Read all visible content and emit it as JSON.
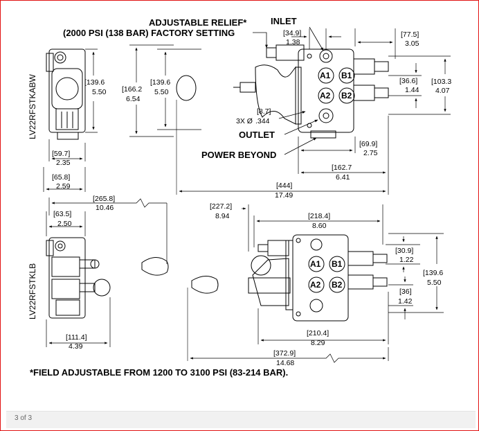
{
  "page_counter": "3 of 3",
  "frame_color": "#e11111",
  "callouts": {
    "adjustable_relief": "ADJUSTABLE RELIEF*",
    "factory_setting": "(2000 PSI (138 BAR) FACTORY SETTING",
    "inlet": "INLET",
    "outlet": "OUTLET",
    "power_beyond": "POWER BEYOND",
    "holes_prefix": "3X Ø",
    "holes_value": ".344",
    "field_note": "*FIELD ADJUSTABLE FROM 1200 TO 3100 PSI (83-214 BAR)."
  },
  "models": {
    "top": "LV22RFSTKABW",
    "bottom": "LV22RFSTKLB"
  },
  "ports": {
    "a1": "A1",
    "b1": "B1",
    "a2": "A2",
    "b2": "B2"
  },
  "dimensions": {
    "d_139_6_side": {
      "mm": "[139.6",
      "in": "5.50"
    },
    "d_166_2": {
      "mm": "[166.2",
      "in": "6.54"
    },
    "d_139_6_mid": {
      "mm": "[139.6",
      "in": "5.50"
    },
    "d_34_9": {
      "mm": "[34.9]",
      "in": "1.38"
    },
    "d_77_5": {
      "mm": "[77.5]",
      "in": "3.05"
    },
    "d_36_6": {
      "mm": "[36.6]",
      "in": "1.44"
    },
    "d_103_3": {
      "mm": "[103.3",
      "in": "4.07"
    },
    "d_8_7": {
      "mm": "[8.7]",
      "in": ""
    },
    "d_69_9": {
      "mm": "[69.9]",
      "in": "2.75"
    },
    "d_162_7": {
      "mm": "[162.7",
      "in": "6.41"
    },
    "d_59_7": {
      "mm": "[59.7]",
      "in": "2.35"
    },
    "d_65_8": {
      "mm": "[65.8]",
      "in": "2.59"
    },
    "d_444": {
      "mm": "[444]",
      "in": "17.49"
    },
    "d_265_8": {
      "mm": "[265.8]",
      "in": "10.46"
    },
    "d_63_5": {
      "mm": "[63.5]",
      "in": "2.50"
    },
    "d_227_2": {
      "mm": "[227.2]",
      "in": "8.94"
    },
    "d_218_4": {
      "mm": "[218.4]",
      "in": "8.60"
    },
    "d_30_9": {
      "mm": "[30.9]",
      "in": "1.22"
    },
    "d_139_6_right": {
      "mm": "[139.6",
      "in": "5.50"
    },
    "d_36": {
      "mm": "[36]",
      "in": "1.42"
    },
    "d_111_4": {
      "mm": "[111.4]",
      "in": "4.39"
    },
    "d_210_4": {
      "mm": "[210.4]",
      "in": "8.29"
    },
    "d_372_9": {
      "mm": "[372.9]",
      "in": "14.68"
    }
  }
}
